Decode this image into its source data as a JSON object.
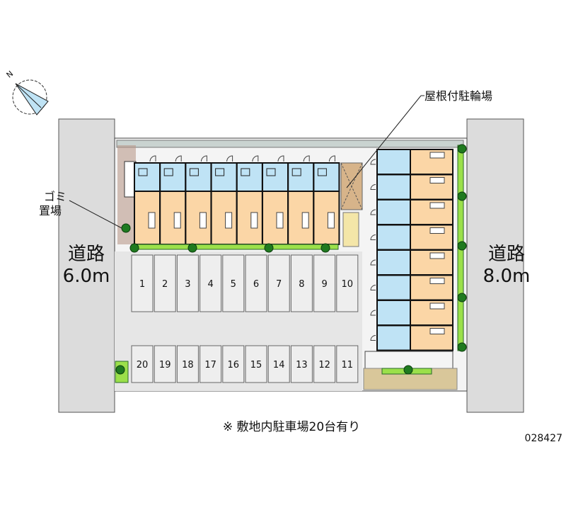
{
  "labels": {
    "bike_shed": "屋根付駐輪場",
    "garbage_line1": "ゴミ",
    "garbage_line2": "置場",
    "road_left_name": "道路",
    "road_left_width": "6.0m",
    "road_right_name": "道路",
    "road_right_width": "8.0m",
    "note": "※ 敷地内駐車場20台有り",
    "property_id": "028427"
  },
  "parking": {
    "top_row": [
      "1",
      "2",
      "3",
      "4",
      "5",
      "6",
      "7",
      "8",
      "9",
      "10"
    ],
    "bottom_row": [
      "20",
      "19",
      "18",
      "17",
      "16",
      "15",
      "14",
      "13",
      "12",
      "11"
    ]
  },
  "buildings": {
    "north_units": 8,
    "east_units": 8
  },
  "colors": {
    "road": "#dcdcdc",
    "lot": "#e6e6e6",
    "wet_area": "#bfe3f5",
    "room": "#fbd6a6",
    "green": "#9be04a",
    "tree": "#1f7a1f",
    "shed": "#d7b48a"
  },
  "compass": {
    "north_label": "N"
  }
}
